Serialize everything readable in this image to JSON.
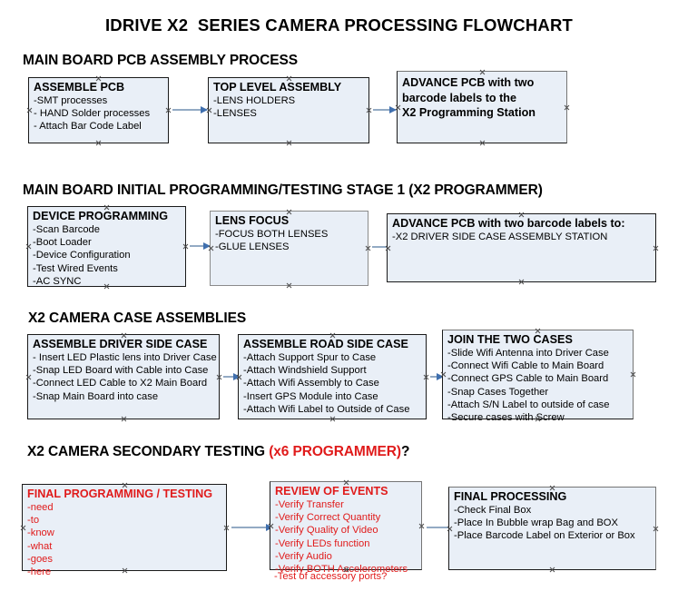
{
  "title": "IDRIVE X2  SERIES CAMERA PROCESSING FLOWCHART",
  "colors": {
    "box_fill": "#e9eff7",
    "box_border_dark": "#1a1a1a",
    "box_border_gray": "#8b8b8b",
    "arrow_line": "#93aac4",
    "arrow_head": "#3f6fae",
    "accent_red": "#e01b1b",
    "text_black": "#000000"
  },
  "sections": [
    {
      "heading": "MAIN BOARD PCB ASSEMBLY PROCESS",
      "heading_accent": "",
      "heading_tail": "",
      "boxes": [
        {
          "title": "ASSEMBLE PCB",
          "title_color": "black",
          "lines": [
            "-SMT processes",
            "- HAND Solder processes",
            "- Attach Bar Code Label"
          ]
        },
        {
          "title": "TOP LEVEL ASSEMBLY",
          "title_color": "black",
          "lines": [
            "-LENS HOLDERS",
            "-LENSES"
          ]
        },
        {
          "title": "ADVANCE PCB with two",
          "title_color": "black",
          "lines": [
            "barcode labels to the",
            " X2 Programming Station"
          ]
        }
      ]
    },
    {
      "heading": "MAIN BOARD INITIAL PROGRAMMING/TESTING STAGE 1 (X2 PROGRAMMER)",
      "heading_accent": "",
      "heading_tail": "",
      "boxes": [
        {
          "title": "DEVICE PROGRAMMING",
          "title_color": "black",
          "lines": [
            "-Scan Barcode",
            "-Boot Loader",
            "-Device Configuration",
            "-Test Wired Events",
            "-AC SYNC"
          ]
        },
        {
          "title": "LENS FOCUS",
          "title_color": "black",
          "lines": [
            "-FOCUS BOTH LENSES",
            "-GLUE LENSES"
          ]
        },
        {
          "title": "ADVANCE PCB with two barcode labels to:",
          "title_color": "black",
          "lines": [
            "-X2 DRIVER  SIDE  CASE  ASSEMBLY STATION"
          ]
        }
      ]
    },
    {
      "heading": "X2 CAMERA CASE ASSEMBLIES",
      "heading_accent": "",
      "heading_tail": "",
      "boxes": [
        {
          "title": "ASSEMBLE DRIVER SIDE CASE",
          "title_color": "black",
          "lines": [
            "- Insert LED Plastic lens into Driver Case",
            "-Snap LED Board with Cable into Case",
            "-Connect LED Cable to X2 Main Board",
            "-Snap Main Board into case"
          ]
        },
        {
          "title": "ASSEMBLE ROAD SIDE CASE",
          "title_color": "black",
          "lines": [
            "-Attach Support Spur to Case",
            "-Attach Windshield Support",
            "-Attach Wifi Assembly to Case",
            "-Insert GPS Module into Case",
            "-Attach Wifi Label to Outside of Case"
          ]
        },
        {
          "title": "JOIN THE TWO CASES",
          "title_color": "black",
          "lines": [
            "-Slide Wifi Antenna into Driver Case",
            "-Connect Wifi Cable to Main Board",
            "-Connect GPS Cable to Main Board",
            "-Snap Cases Together",
            "-Attach S/N Label to outside of case",
            "-Secure cases with Screw"
          ]
        }
      ]
    },
    {
      "heading": "X2 CAMERA SECONDARY TESTING ",
      "heading_accent": "(x6 PROGRAMMER)",
      "heading_tail": "?",
      "boxes": [
        {
          "title": "FINAL PROGRAMMING / TESTING",
          "title_color": "red",
          "lines": [
            "-need",
            "-to",
            "-know",
            "-what",
            "-goes",
            "-here"
          ]
        },
        {
          "title": "REVIEW OF EVENTS",
          "title_color": "red",
          "lines": [
            "-Verify Transfer",
            "-Verify Correct Quantity",
            "-Verify Quality of Video",
            "-Verify LEDs function",
            "-Verify Audio",
            "-Verify BOTH Accelerometers"
          ],
          "overflow_line": "-Test of accessory ports?"
        },
        {
          "title": "FINAL PROCESSING",
          "title_color": "black",
          "lines": [
            " -Check Final Box",
            "-Place In Bubble wrap Bag and BOX",
            "-Place Barcode Label on Exterior or Box"
          ]
        }
      ]
    }
  ]
}
